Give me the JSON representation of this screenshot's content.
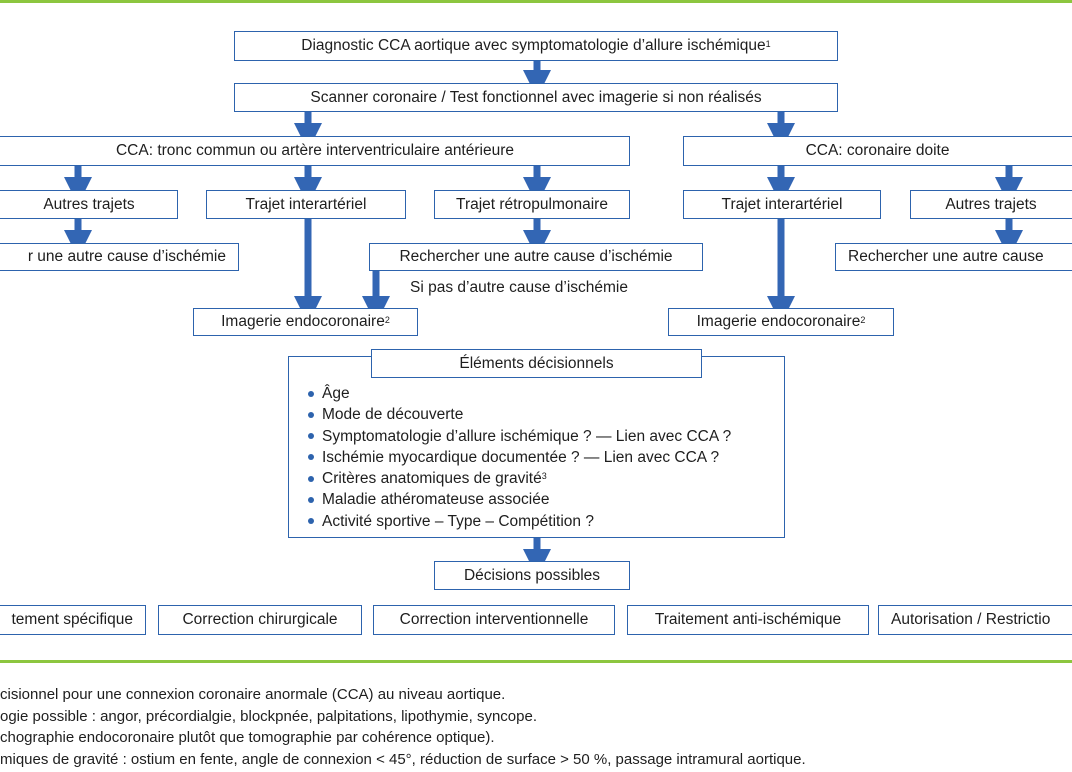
{
  "top": {
    "label": "Diagnostic CCA aortique avec symptomatologie d’allure ischémique",
    "sup": "1"
  },
  "scanner": {
    "label": "Scanner coronaire / Test fonctionnel avec imagerie si non réalisés"
  },
  "branch_left": {
    "label": "CCA: tronc commun ou artère interventriculaire antérieure"
  },
  "branch_right": {
    "label": "CCA: coronaire doite"
  },
  "left": {
    "other_paths": "Autres trajets",
    "interarterial": "Trajet interartériel",
    "retropulmonary": "Trajet rétropulmonaire",
    "search_cause_cut": "r une autre cause d’ischémie",
    "search_cause": "Rechercher une autre cause d’ischémie",
    "if_none": "Si pas d’autre cause d’ischémie",
    "imaging": "Imagerie endocoronaire",
    "imaging_sup": "2"
  },
  "right": {
    "interarterial": "Trajet interartériel",
    "other_paths": "Autres trajets",
    "search_cause_cut": "Rechercher une autre cause",
    "imaging": "Imagerie endocoronaire",
    "imaging_sup": "2"
  },
  "decision_elements": {
    "title": "Éléments décisionnels",
    "items": [
      {
        "text": "Âge",
        "sup": ""
      },
      {
        "text": "Mode de découverte",
        "sup": ""
      },
      {
        "text": "Symptomatologie d’allure ischémique ? — Lien avec CCA ?",
        "sup": ""
      },
      {
        "text": "Ischémie myocardique documentée ? — Lien avec CCA ?",
        "sup": ""
      },
      {
        "text": "Critères anatomiques de gravité",
        "sup": "3"
      },
      {
        "text": "Maladie athéromateuse associée",
        "sup": ""
      },
      {
        "text": "Activité sportive – Type – Compétition ?",
        "sup": ""
      }
    ]
  },
  "decisions": {
    "title": "Décisions possibles",
    "options": [
      "tement spécifique",
      "Correction chirurgicale",
      "Correction interventionnelle",
      "Traitement anti-ischémique",
      "Autorisation / Restrictio"
    ]
  },
  "footnotes": [
    "cisionnel pour une connexion coronaire anormale (CCA) au niveau aortique.",
    "ogie possible : angor, précordialgie, blockpnée, palpitations, lipothymie, syncope.",
    "chographie endocoronaire plutôt que tomographie par cohérence optique).",
    "miques de gravité : ostium en fente, angle de connexion < 45°, réduction de surface > 50 %, passage intramural aortique."
  ],
  "colors": {
    "box_border": "#2d63ad",
    "arrow": "#3366b4",
    "rule": "#8cc63f",
    "text": "#1e1e1e"
  }
}
